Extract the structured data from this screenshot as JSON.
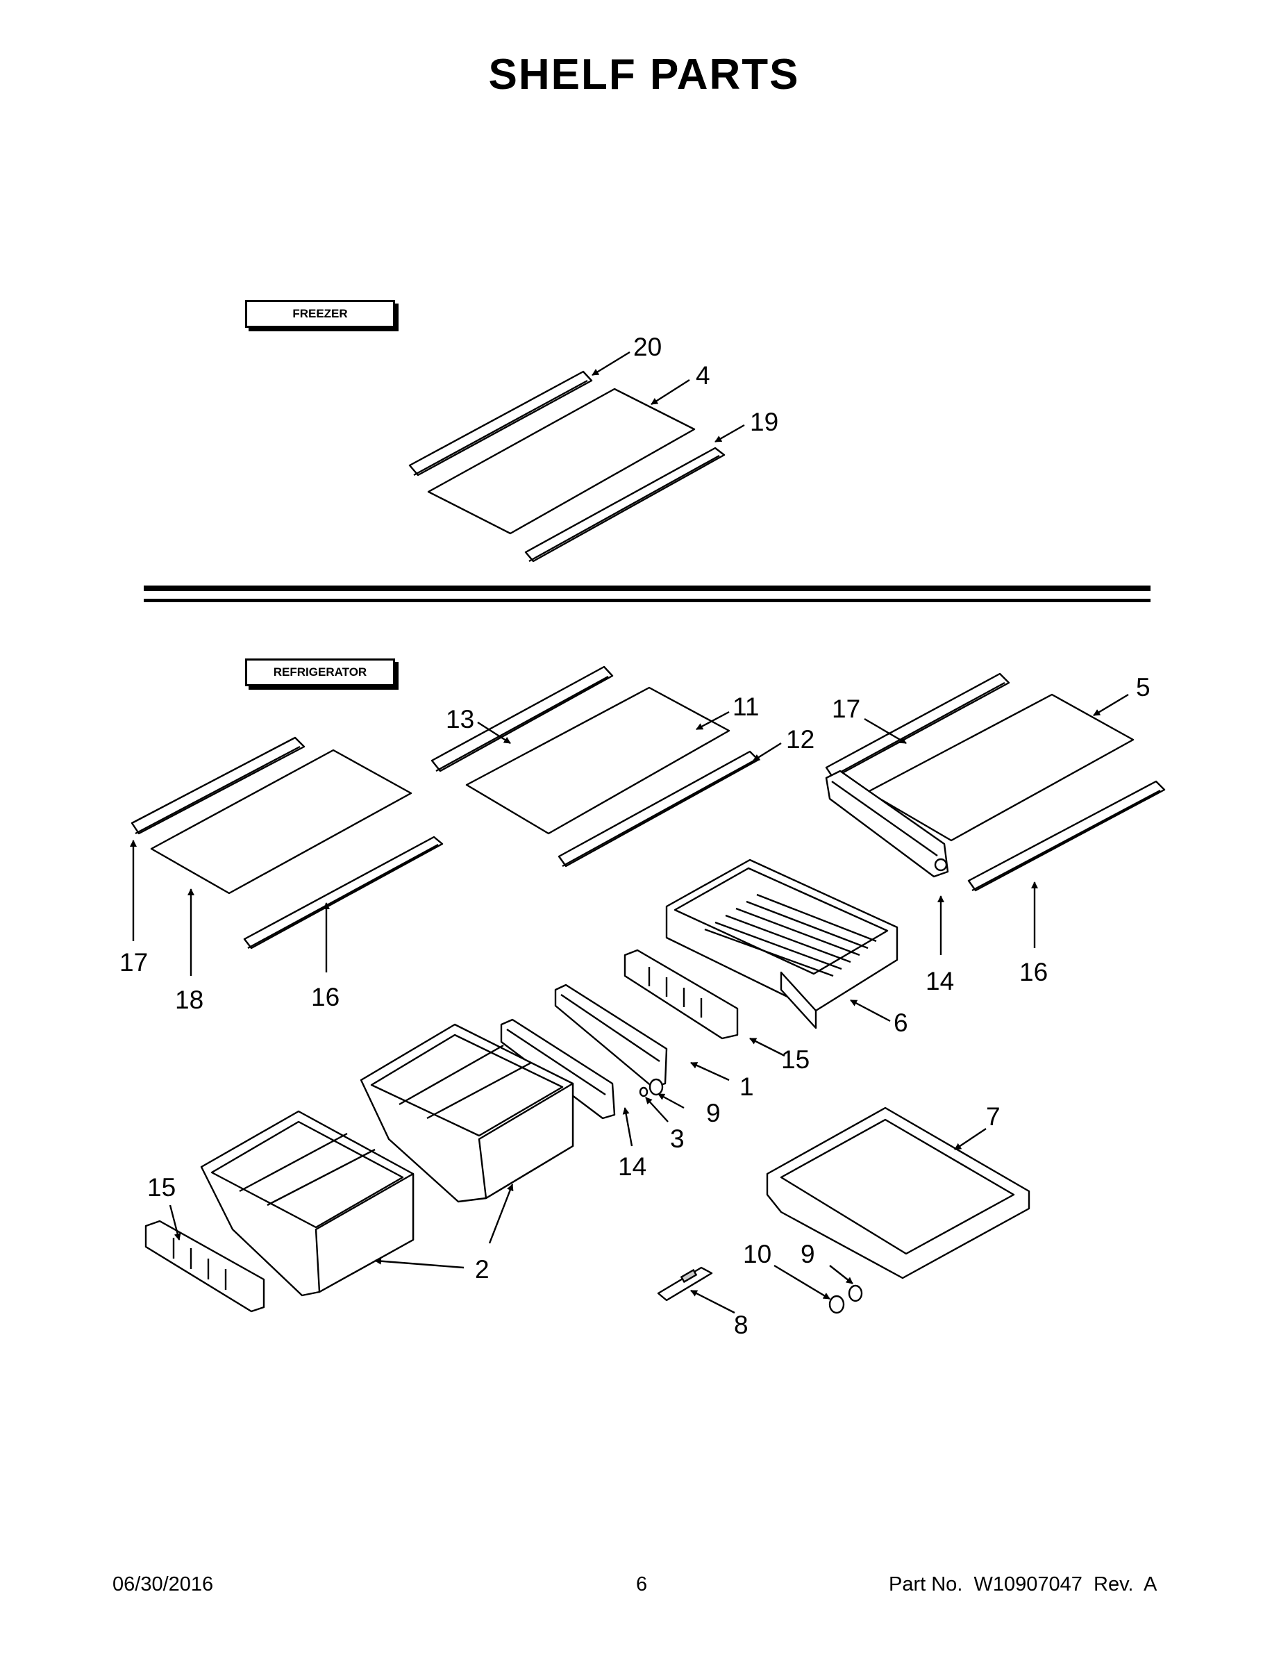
{
  "title": "SHELF PARTS",
  "sections": {
    "freezer": "FREEZER",
    "refrigerator": "REFRIGERATOR"
  },
  "callouts": {
    "c20": "20",
    "c4": "4",
    "c19": "19",
    "c13": "13",
    "c11": "11",
    "c12": "12",
    "c17a": "17",
    "c18": "18",
    "c16a": "16",
    "c17b": "17",
    "c5": "5",
    "c16b": "16",
    "c14a": "14",
    "c6": "6",
    "c15a": "15",
    "c1": "1",
    "c9a": "9",
    "c3": "3",
    "c14b": "14",
    "c15b": "15",
    "c2": "2",
    "c7": "7",
    "c10": "10",
    "c9b": "9",
    "c8": "8"
  },
  "footer": {
    "date": "06/30/2016",
    "page": "6",
    "part_no": "Part No.  W10907047  Rev.  A"
  }
}
